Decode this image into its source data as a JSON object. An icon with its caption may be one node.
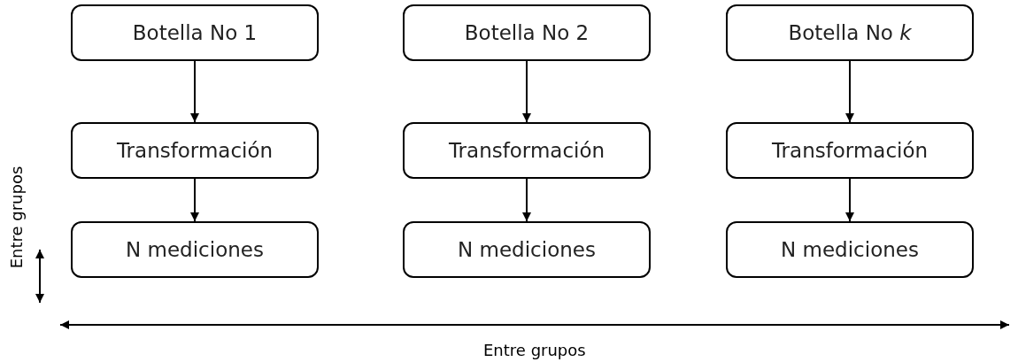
{
  "diagram": {
    "nodes": [
      {
        "text": [
          "Botella No 1"
        ]
      },
      {
        "text": [
          "Botella No 2"
        ]
      },
      {
        "text": [
          "Botella No *k*"
        ]
      },
      {
        "text": [
          "Transformación"
        ]
      },
      {
        "text": [
          "Transformación"
        ]
      },
      {
        "text": [
          "Transformación"
        ]
      },
      {
        "text": [
          "N mediciones"
        ]
      },
      {
        "text": [
          "N mediciones"
        ]
      },
      {
        "text": [
          "N mediciones"
        ]
      }
    ],
    "edges": [
      {
        "from": 0,
        "to": 3,
        "arrow": "to"
      },
      {
        "from": 3,
        "to": 6,
        "arrow": "to"
      },
      {
        "from": 1,
        "to": 4,
        "arrow": "to"
      },
      {
        "from": 4,
        "to": 7,
        "arrow": "to"
      },
      {
        "from": 2,
        "to": 5,
        "arrow": "to"
      },
      {
        "from": 5,
        "to": 8,
        "arrow": "to"
      }
    ],
    "labels": [
      "Entre grupos",
      "Entre grupos"
    ]
  }
}
